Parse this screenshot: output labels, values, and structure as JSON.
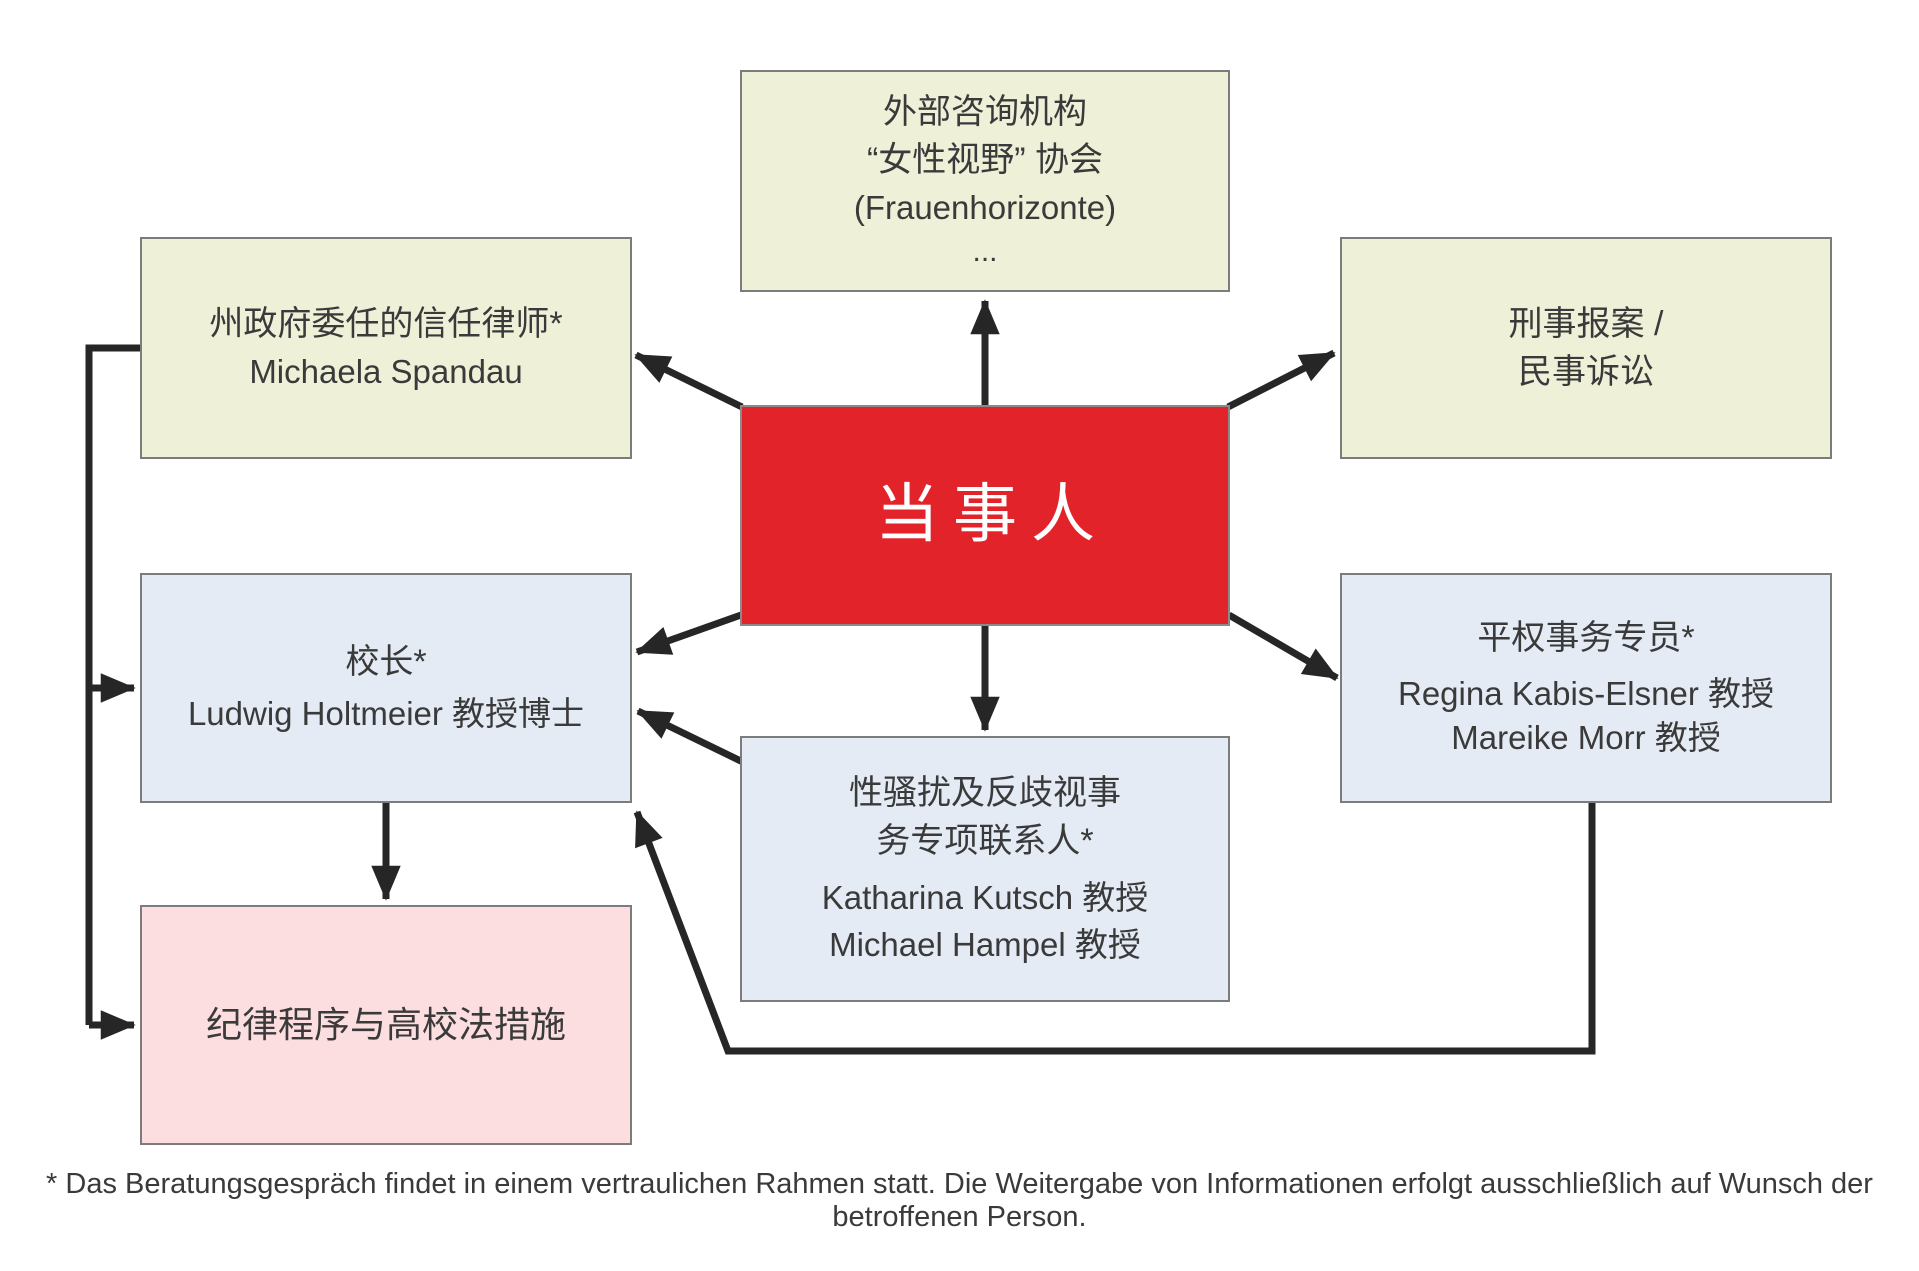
{
  "colors": {
    "background": "#ffffff",
    "green_fill": "#eef0d8",
    "blue_fill": "#e4ebf5",
    "pink_fill": "#fcdee0",
    "red_fill": "#e2232a",
    "box_border": "#7c7c7c",
    "arrow": "#262626",
    "text": "#3a3a3a",
    "red_box_text": "#ffffff"
  },
  "nodes": {
    "external_counseling": {
      "lines": [
        "外部咨询机构",
        "“女性视野” 协会",
        "(Frauenhorizonte)",
        "..."
      ]
    },
    "trust_lawyer": {
      "lines": [
        "州政府委任的信任律师*",
        "Michaela Spandau"
      ]
    },
    "criminal_civil": {
      "lines": [
        "刑事报案 /",
        "民事诉讼"
      ]
    },
    "client": {
      "label": "当事人"
    },
    "rector": {
      "lines": [
        "校长*",
        "Ludwig Holtmeier 教授博士"
      ]
    },
    "equal_opportunity": {
      "lines": [
        "平权事务专员*",
        "Regina Kabis-Elsner 教授",
        "Mareike Morr 教授"
      ]
    },
    "contact_persons": {
      "lines": [
        "性骚扰及反歧视事",
        "务专项联系人*",
        "Katharina Kutsch 教授",
        "Michael Hampel 教授"
      ]
    },
    "disciplinary": {
      "lines": [
        "纪律程序与高校法措施"
      ]
    }
  },
  "edges": [
    {
      "from": "client",
      "to": "external_counseling"
    },
    {
      "from": "client",
      "to": "trust_lawyer"
    },
    {
      "from": "client",
      "to": "criminal_civil"
    },
    {
      "from": "client",
      "to": "rector"
    },
    {
      "from": "client",
      "to": "equal_opportunity"
    },
    {
      "from": "client",
      "to": "contact_persons"
    },
    {
      "from": "contact_persons",
      "to": "rector"
    },
    {
      "from": "rector",
      "to": "disciplinary"
    },
    {
      "from": "trust_lawyer",
      "to": "rector"
    },
    {
      "from": "trust_lawyer",
      "to": "disciplinary"
    },
    {
      "from": "equal_opportunity",
      "to": "rector"
    }
  ],
  "footnote": "* Das Beratungsgespräch findet in einem vertraulichen Rahmen statt. Die Weitergabe von Informationen erfolgt ausschließlich auf Wunsch der betroffenen Person."
}
